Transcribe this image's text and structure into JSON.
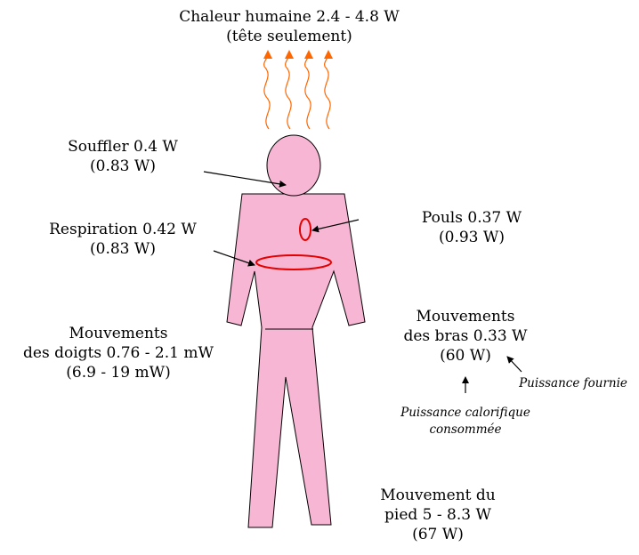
{
  "colors": {
    "body_fill": "#f7b6d3",
    "body_stroke": "#000000",
    "highlight": "#e60000",
    "heat": "#ff6600"
  },
  "labels": {
    "heat": {
      "line1": "Chaleur humaine 2.4 - 4.8 W",
      "line2": "(tête seulement)"
    },
    "blow": {
      "line1": "Souffler 0.4 W",
      "line2": "(0.83 W)"
    },
    "breath": {
      "line1": "Respiration 0.42 W",
      "line2": "(0.83 W)"
    },
    "pulse": {
      "line1": "Pouls 0.37 W",
      "line2": "(0.93 W)"
    },
    "fingers": {
      "line1": "Mouvements",
      "line2": "des doigts  0.76 - 2.1 mW",
      "line3": "(6.9 - 19 mW)"
    },
    "arms": {
      "line1": "Mouvements",
      "line2": "des bras 0.33 W",
      "line3": "(60 W)"
    },
    "foot": {
      "line1": "Mouvement du",
      "line2": "pied  5 - 8.3 W",
      "line3": "(67 W)"
    }
  },
  "notes": {
    "supplied": {
      "line1": "Puissance fournie"
    },
    "consumed": {
      "line1": "Puissance calorifique",
      "line2": "consommée"
    }
  }
}
